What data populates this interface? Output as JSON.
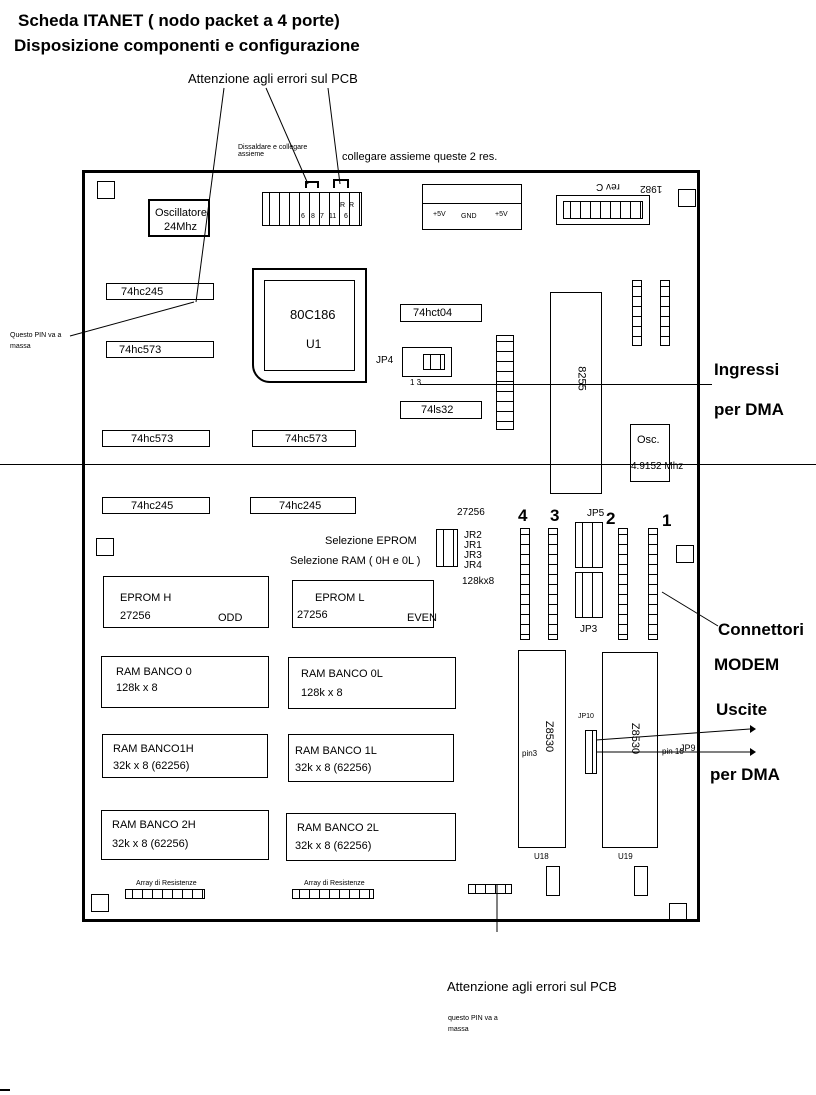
{
  "header": {
    "title_line1": "Scheda ITANET ( nodo  packet a 4 porte)",
    "title_line2": "Disposizione componenti e configurazione"
  },
  "notes": {
    "pcb_error_top": "Attenzione agli errori sul PCB",
    "pcb_error_bottom": "Attenzione agli errori sul PCB",
    "dissaldare": "Dissaldare e collegare assieme",
    "collegare": "collegare assieme queste 2 res.",
    "pin_massa_left": "Questo PIN va a massa",
    "pin_massa_bottom": "questo PIN va a massa"
  },
  "side_labels": {
    "ingressi": "Ingressi",
    "per_dma_in": "per DMA",
    "connettori": "Connettori",
    "modem": "MODEM",
    "uscite": "Uscite",
    "per_dma_out": "per DMA"
  },
  "components": {
    "oscillatore": "Oscillatore",
    "osc_freq": "24Mhz",
    "cpu": "80C186",
    "cpu_ref": "U1",
    "c245_1": "74hc245",
    "c573_1": "74hc573",
    "c573_2": "74hc573",
    "c573_3": "74hc573",
    "c245_2": "74hc245",
    "c245_3": "74hc245",
    "hct04": "74hct04",
    "ls32": "74ls32",
    "i8255": "8255",
    "osc2": "Osc.",
    "osc2_freq": "4.9152 Mhz",
    "jp4": "JP4",
    "jp4_pins": "1 3",
    "eprom_h": "EPROM H",
    "eprom_h_type": "27256",
    "eprom_h_odd": "ODD",
    "eprom_l": "EPROM L",
    "eprom_l_type": "27256",
    "eprom_l_even": "EVEN",
    "ram0h": "RAM BANCO 0",
    "ram0h_size": "128k x 8",
    "ram0l": "RAM BANCO 0L",
    "ram0l_size": "128k x 8",
    "ram1h": "RAM BANCO1H",
    "ram1h_size": "32k x 8 (62256)",
    "ram1l": "RAM BANCO 1L",
    "ram1l_size": "32k x 8 (62256)",
    "ram2h": "RAM BANCO 2H",
    "ram2h_size": "32k x 8 (62256)",
    "ram2l": "RAM BANCO 2L",
    "ram2l_size": "32k x 8 (62256)",
    "z8530_1": "Z8530",
    "z8530_2": "Z8530",
    "u18": "U18",
    "u19": "U19",
    "array_left": "Array di Resistenze",
    "array_right": "Array di Resistenze",
    "jp10": "JP10",
    "jp9": "JP9",
    "pin3": "pin3",
    "pin10": "pin 10",
    "jp5": "JP5",
    "jp3": "JP3",
    "rev": "rev C",
    "header_ref": "1982",
    "power_5v_a": "+5V",
    "power_gnd": "GND",
    "power_5v_b": "+5V"
  },
  "jumpers": {
    "eprom_type": "27256",
    "jr2": "JR2",
    "jr1": "JR1",
    "jr3": "JR3",
    "jr4": "JR4",
    "sel_eprom": "Selezione EPROM",
    "sel_ram": "Selezione RAM ( 0H e 0L )",
    "ram_type": "128kx8"
  },
  "ports": {
    "p4": "4",
    "p3": "3",
    "p2": "2",
    "p1": "1"
  },
  "resistor_labels": [
    "6",
    "8",
    "7",
    "11",
    "R",
    "R",
    "6"
  ]
}
